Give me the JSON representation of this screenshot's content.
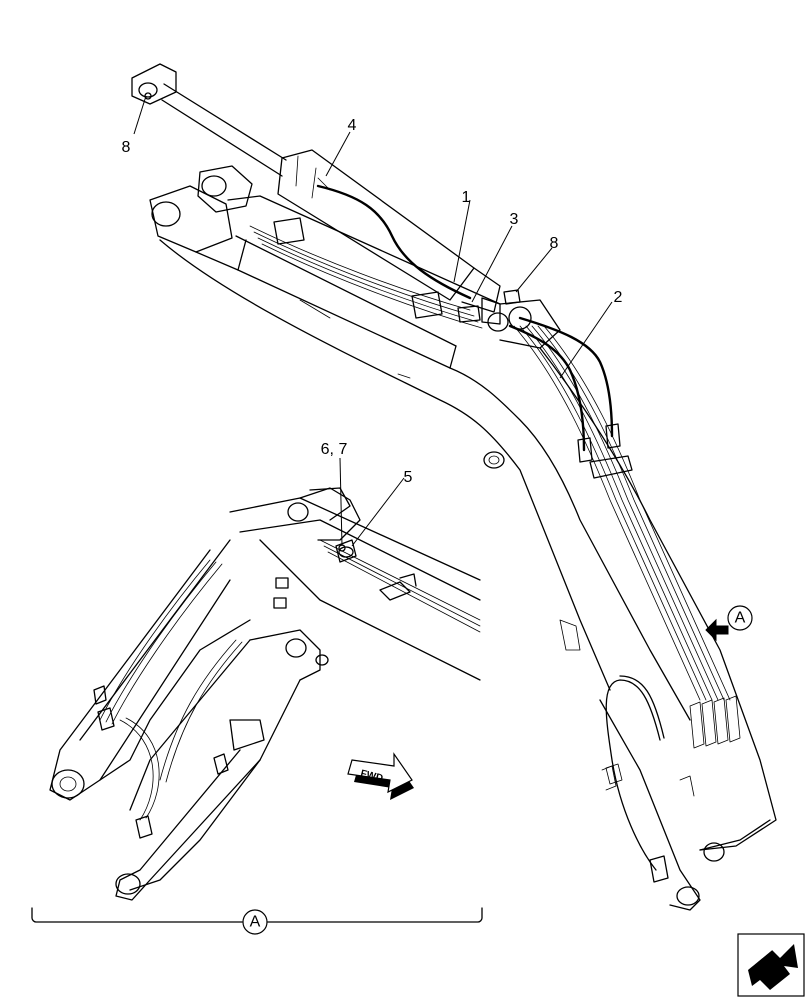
{
  "callouts": {
    "c1": "1",
    "c2": "2",
    "c3": "3",
    "c4": "4",
    "c5": "5",
    "c6_7": "6, 7",
    "c8_top": "8",
    "c8_mid": "8"
  },
  "view_markers": {
    "arrow_label": "A",
    "bracket_label": "A"
  },
  "fwd_label": "FWD",
  "nav_icon": "continue-arrow-icon"
}
